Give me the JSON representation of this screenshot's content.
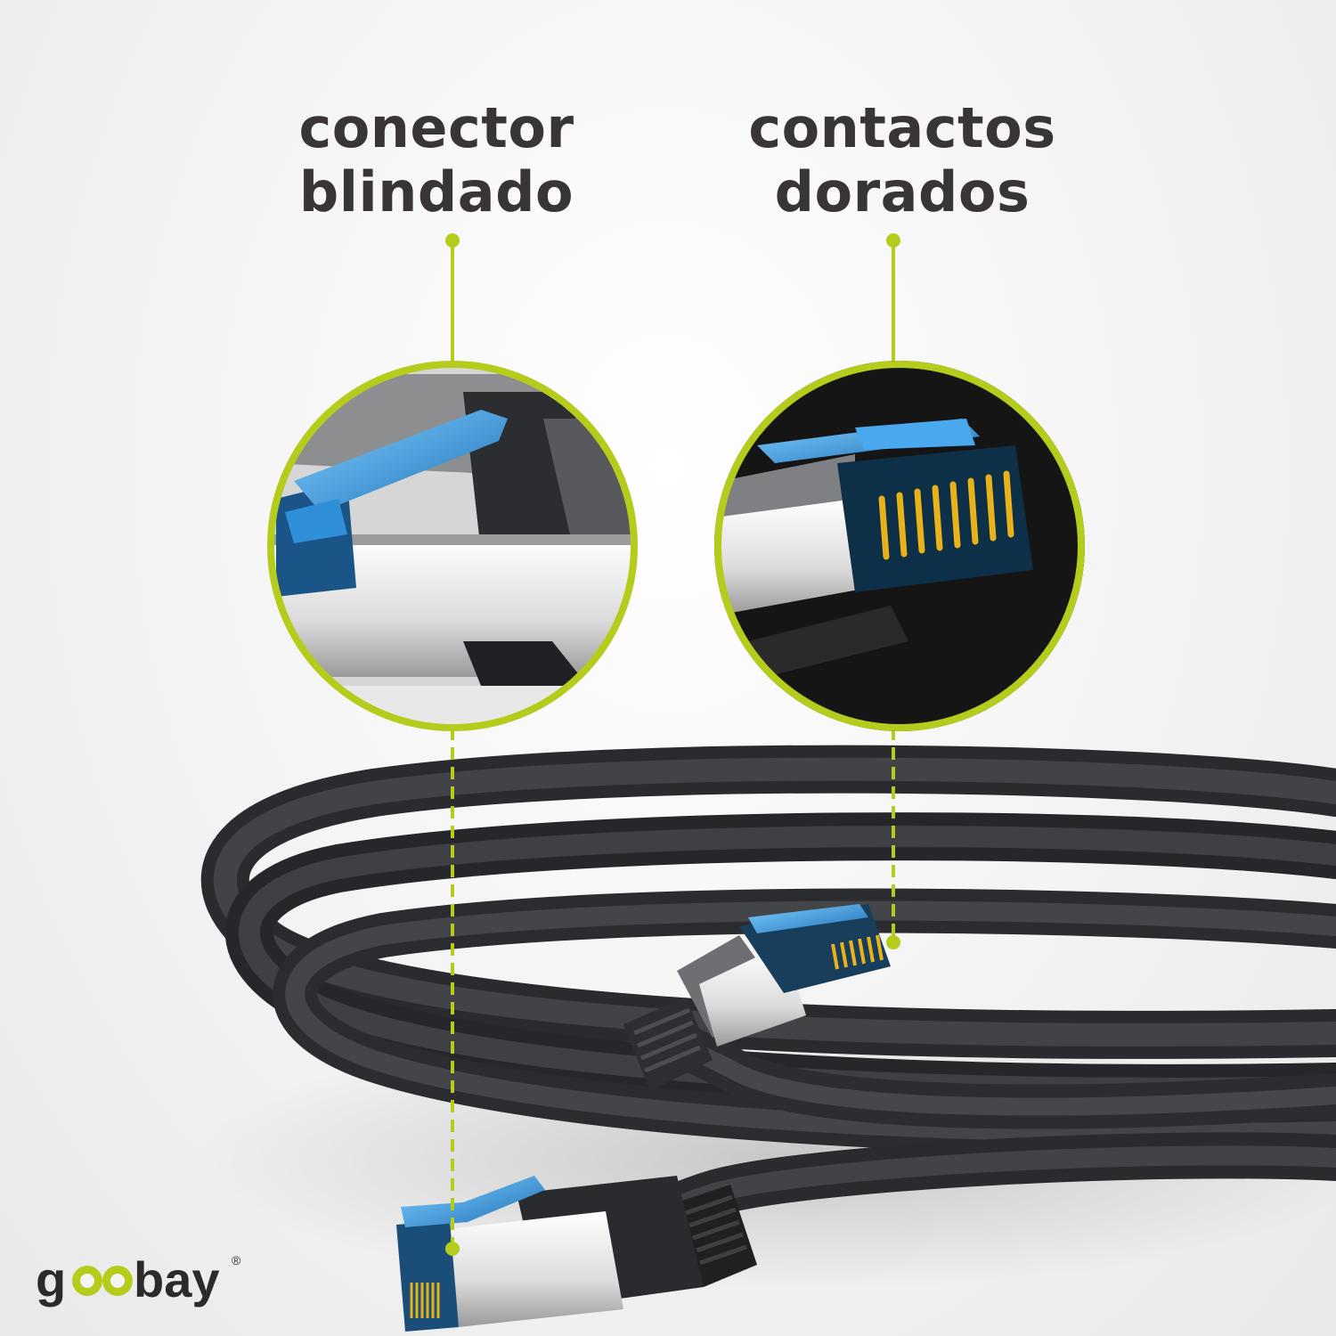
{
  "labels": {
    "left": {
      "line1": "conector",
      "line2": "blindado"
    },
    "right": {
      "line1": "contactos",
      "line2": "dorados"
    }
  },
  "brand": {
    "name": "goobay",
    "mark": "®"
  },
  "colors": {
    "accent": "#b6cc1c",
    "text": "#3a3535",
    "cable": "#3b3d40",
    "clip_blue": "#2f8fd8",
    "contact_gold": "#e7b21a"
  }
}
